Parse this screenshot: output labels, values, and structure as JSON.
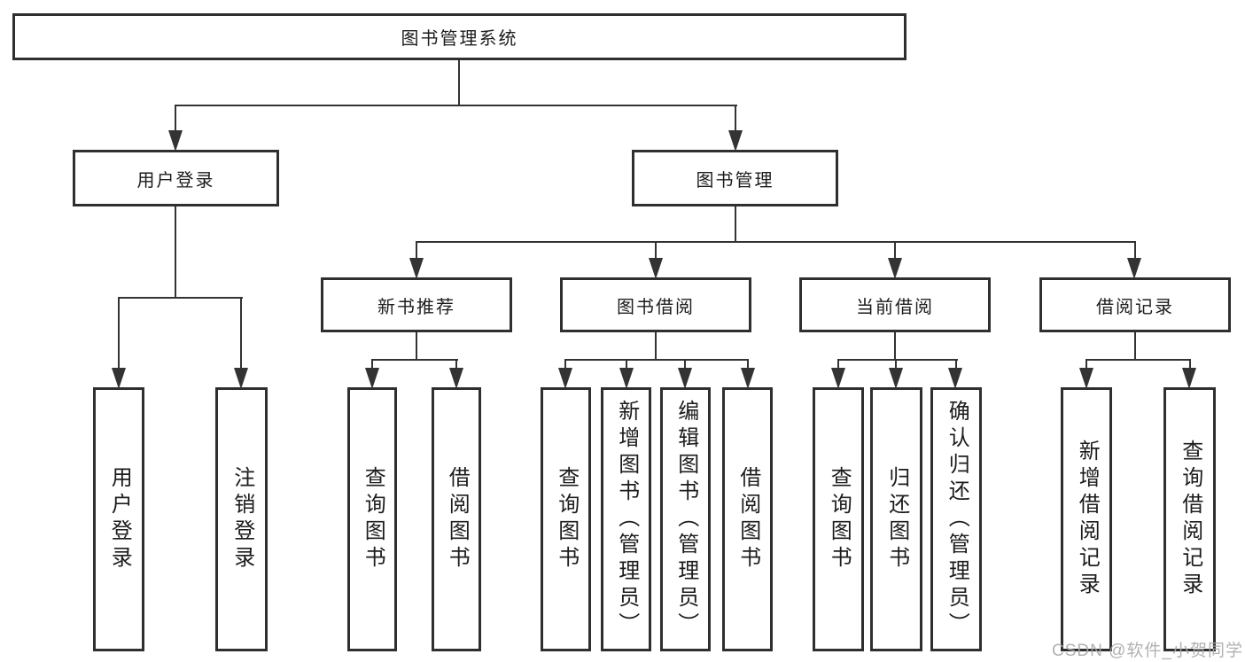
{
  "diagram": {
    "title": "图书管理系统",
    "level2": [
      "用户登录",
      "图书管理"
    ],
    "level3": [
      "新书推荐",
      "图书借阅",
      "当前借阅",
      "借阅记录"
    ],
    "leaves": {
      "user_login": [
        "用户登录",
        "注销登录"
      ],
      "new_book_recommend": [
        "查询图书",
        "借阅图书"
      ],
      "book_borrow": [
        "查询图书",
        "新增图书（管理员）",
        "编辑图书（管理员）",
        "借阅图书"
      ],
      "current_borrow": [
        "查询图书",
        "归还图书",
        "确认归还（管理员）"
      ],
      "borrow_records": [
        "新增借阅记录",
        "查询借阅记录"
      ]
    },
    "colors": {
      "line": "#333333",
      "box_border": "#2f2f2f",
      "text": "#1c1c1c",
      "watermark": "#a8a8a8",
      "background": "#ffffff"
    }
  },
  "watermark": {
    "text": "CSDN @软件_小贺同学"
  }
}
